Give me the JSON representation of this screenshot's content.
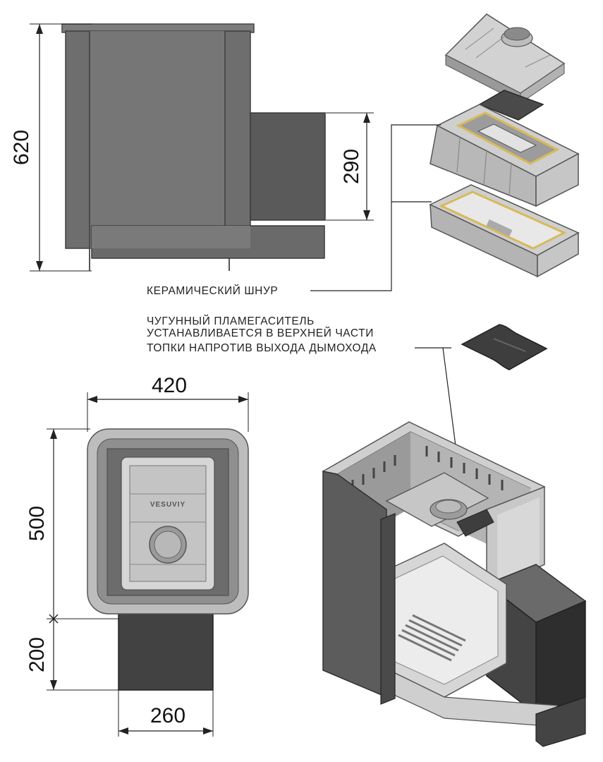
{
  "dimensions": {
    "height_total": "620",
    "flue_height": "290",
    "width": "420",
    "depth": "500",
    "tunnel_length": "200",
    "tunnel_width": "260"
  },
  "callouts": {
    "ceramic_cord": "КЕРАМИЧЕСКИЙ ШНУР",
    "flame_arrester": [
      "ЧУГУННЫЙ ПЛАМЕГАСИТЕЛЬ",
      "УСТАНАВЛИВАЕТСЯ В ВЕРХНЕЙ ЧАСТИ",
      "ТОПКИ НАПРОТИВ ВЫХОДА ДЫМОХОДА"
    ]
  },
  "brand_mark": "VESUVIY",
  "colors": {
    "steel_dark": "#5a5a5a",
    "steel_mid": "#8c8c8c",
    "cast_iron_light": "#c9c9c9",
    "cord_yellow": "#d8b95a",
    "tunnel_dark": "#3a3a3a"
  }
}
